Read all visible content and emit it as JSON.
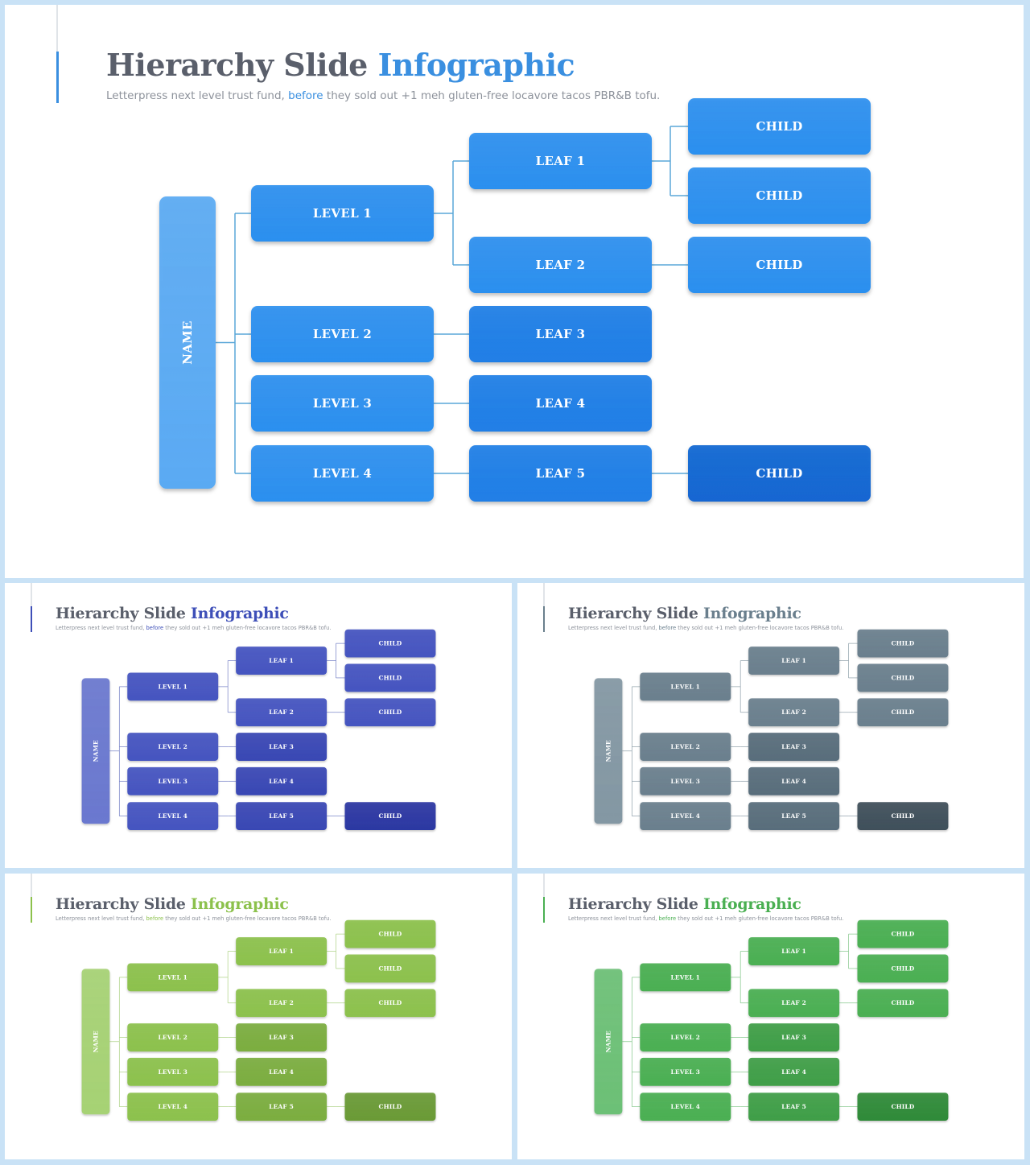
{
  "slides": [
    {
      "title_main": "Hierarchy Slide",
      "title_accent": "Infographic",
      "subtitle_pre": "Letterpress next level trust fund,",
      "subtitle_accent": "before",
      "subtitle_post": "they sold out +1 meh gluten-free locavore tacos PBR&B tofu.",
      "colors": {
        "light": "#5aaaf3",
        "mid": "#2b8fef",
        "dark": "#1f7ee6",
        "darkest": "#1266d2",
        "accent": "#3a8fe0",
        "line": "#5aa7d8"
      }
    },
    {
      "title_main": "Hierarchy Slide",
      "title_accent": "Infographic",
      "subtitle_pre": "Letterpress next level trust fund,",
      "subtitle_accent": "before",
      "subtitle_post": "they sold out +1 meh gluten-free locavore tacos PBR&B tofu.",
      "colors": {
        "light": "#6a78cf",
        "mid": "#4554c0",
        "dark": "#3947b4",
        "darkest": "#2c37a2",
        "accent": "#3e4fb8",
        "line": "#7a86c8"
      }
    },
    {
      "title_main": "Hierarchy Slide",
      "title_accent": "Infographic",
      "subtitle_pre": "Letterpress next level trust fund,",
      "subtitle_accent": "before",
      "subtitle_post": "they sold out +1 meh gluten-free locavore tacos PBR&B tofu.",
      "colors": {
        "light": "#8397a3",
        "mid": "#6a7f8d",
        "dark": "#586d7b",
        "darkest": "#3f4f5a",
        "accent": "#6a7f8d",
        "line": "#94a4ae"
      }
    },
    {
      "title_main": "Hierarchy Slide",
      "title_accent": "Infographic",
      "subtitle_pre": "Letterpress next level trust fund,",
      "subtitle_accent": "before",
      "subtitle_post": "they sold out +1 meh gluten-free locavore tacos PBR&B tofu.",
      "colors": {
        "light": "#a6d274",
        "mid": "#8cc14c",
        "dark": "#7bad3f",
        "darkest": "#6a9a36",
        "accent": "#8cc14c",
        "line": "#b0d48a"
      }
    },
    {
      "title_main": "Hierarchy Slide",
      "title_accent": "Infographic",
      "subtitle_pre": "Letterpress next level trust fund,",
      "subtitle_accent": "before",
      "subtitle_post": "they sold out +1 meh gluten-free locavore tacos PBR&B tofu.",
      "colors": {
        "light": "#6cc076",
        "mid": "#4aaf52",
        "dark": "#3f9e47",
        "darkest": "#2f8a38",
        "accent": "#4aaf52",
        "line": "#88c98e"
      }
    }
  ],
  "tree": {
    "root": "NAME",
    "nodes": [
      {
        "id": "l1",
        "label": "LEVEL 1",
        "tone": "mid"
      },
      {
        "id": "l2",
        "label": "LEVEL 2",
        "tone": "mid"
      },
      {
        "id": "l3",
        "label": "LEVEL 3",
        "tone": "mid"
      },
      {
        "id": "l4",
        "label": "LEVEL 4",
        "tone": "mid"
      },
      {
        "id": "f1",
        "label": "LEAF 1",
        "tone": "mid"
      },
      {
        "id": "f2",
        "label": "LEAF 2",
        "tone": "mid"
      },
      {
        "id": "f3",
        "label": "LEAF 3",
        "tone": "dark"
      },
      {
        "id": "f4",
        "label": "LEAF 4",
        "tone": "dark"
      },
      {
        "id": "f5",
        "label": "LEAF 5",
        "tone": "dark"
      },
      {
        "id": "c1",
        "label": "CHILD",
        "tone": "mid"
      },
      {
        "id": "c2",
        "label": "CHILD",
        "tone": "mid"
      },
      {
        "id": "c3",
        "label": "CHILD",
        "tone": "mid"
      },
      {
        "id": "c4",
        "label": "CHILD",
        "tone": "darkest"
      }
    ]
  }
}
